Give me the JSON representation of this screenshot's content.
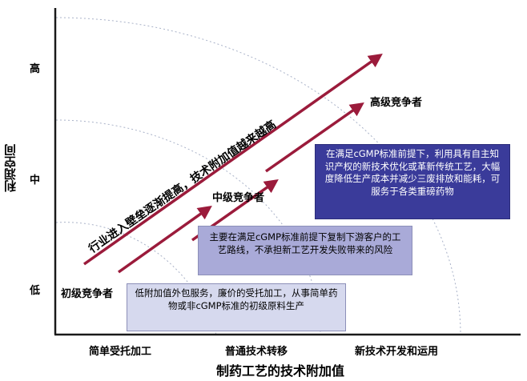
{
  "diagram": {
    "y_axis_title": "利润空间",
    "x_axis_title": "制药工艺的技术附加值",
    "y_levels": [
      "低",
      "中",
      "高"
    ],
    "x_categories": [
      "简单受托加工",
      "普通技术转移",
      "新技术开发和运用"
    ],
    "competitors": {
      "primary": "初级竞争者",
      "middle": "中级竞争者",
      "senior": "高级竞争者"
    },
    "trend_text": "行业进入壁垒逐渐提高，技术附加值越来越高",
    "notes": {
      "primary": "低附加值外包服务，廉价的受托加工，从事简单药物或非cGMP标准的初级原料生产",
      "middle": "主要在满足cGMP标准前提下复制下游客户的工艺路线，不承担新工艺开发失败带来的风险",
      "senior": "在满足cGMP标准前提下，利用具有自主知识产权的新技术优化或革新传统工艺，大幅度降低生产成本并减少三废排放和能耗，可服务于各类重磅药物"
    },
    "colors": {
      "arrow": "#9b1b3b",
      "axis": "#1a1a1a",
      "box_light": "#d6d9ee",
      "box_mid": "#a9aad8",
      "box_dark": "#3a3b9a",
      "arc": "#a9b2c8"
    }
  }
}
